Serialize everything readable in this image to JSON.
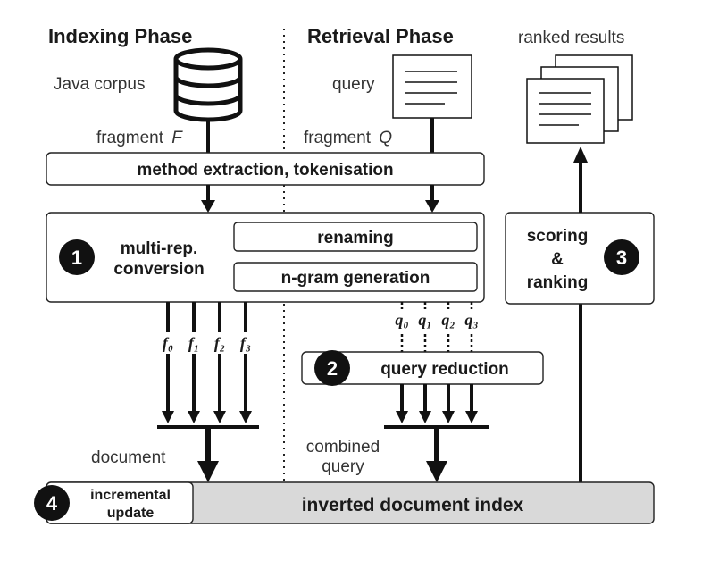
{
  "headings": {
    "indexing": "Indexing Phase",
    "retrieval": "Retrieval Phase",
    "ranked": "ranked results"
  },
  "inputs": {
    "java_corpus": "Java corpus",
    "query": "query",
    "fragment_f": "fragment",
    "fragment_f_var": "F",
    "fragment_q": "fragment",
    "fragment_q_var": "Q"
  },
  "steps": {
    "extraction": "method extraction, tokenisation",
    "multirep_line1": "multi-rep.",
    "multirep_line2": "conversion",
    "renaming": "renaming",
    "ngram": "n-gram generation",
    "query_reduction": "query reduction",
    "scoring_line1": "scoring",
    "scoring_line2": "&",
    "scoring_line3": "ranking",
    "incremental_line1": "incremental",
    "incremental_line2": "update",
    "inverted_index": "inverted document index"
  },
  "badges": [
    "1",
    "2",
    "3",
    "4"
  ],
  "fragments_f": [
    "f₀",
    "f₁",
    "f₂",
    "f₃"
  ],
  "fragments_q": [
    "q₀",
    "q₁",
    "q₂",
    "q₃"
  ],
  "labels": {
    "document": "document",
    "combined_line1": "combined",
    "combined_line2": "query"
  },
  "colors": {
    "index_fill": "#d9d9d9",
    "badge_fill": "#111111",
    "badge_text": "#ffffff"
  }
}
